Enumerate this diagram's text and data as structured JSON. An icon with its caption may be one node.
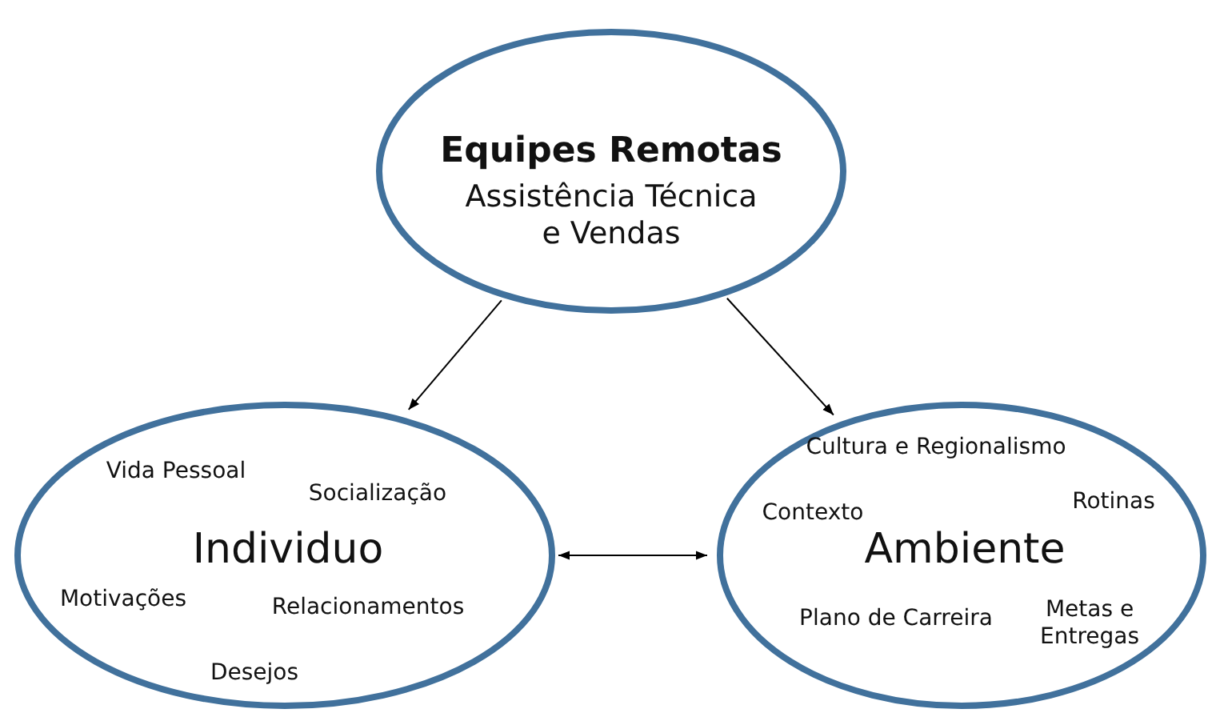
{
  "diagram": {
    "nodes": [
      {
        "text": [
          "Equipes Remotas",
          "Assistência Técnica e Vendas"
        ]
      },
      {
        "text": [
          "Vida Pessoal",
          "Socialização",
          "Individuo",
          "Motivações",
          "Relacionamentos",
          "Desejos"
        ]
      },
      {
        "text": [
          "Cultura e Regionalismo",
          "Contexto",
          "Rotinas",
          "Ambiente",
          "Plano de Carreira",
          "Metas e Entregas"
        ]
      }
    ],
    "edges": [
      {
        "from": 0,
        "to": 1,
        "arrow": "to"
      },
      {
        "from": 0,
        "to": 2,
        "arrow": "to"
      },
      {
        "from": 1,
        "to": 2,
        "arrow": "both"
      }
    ]
  }
}
